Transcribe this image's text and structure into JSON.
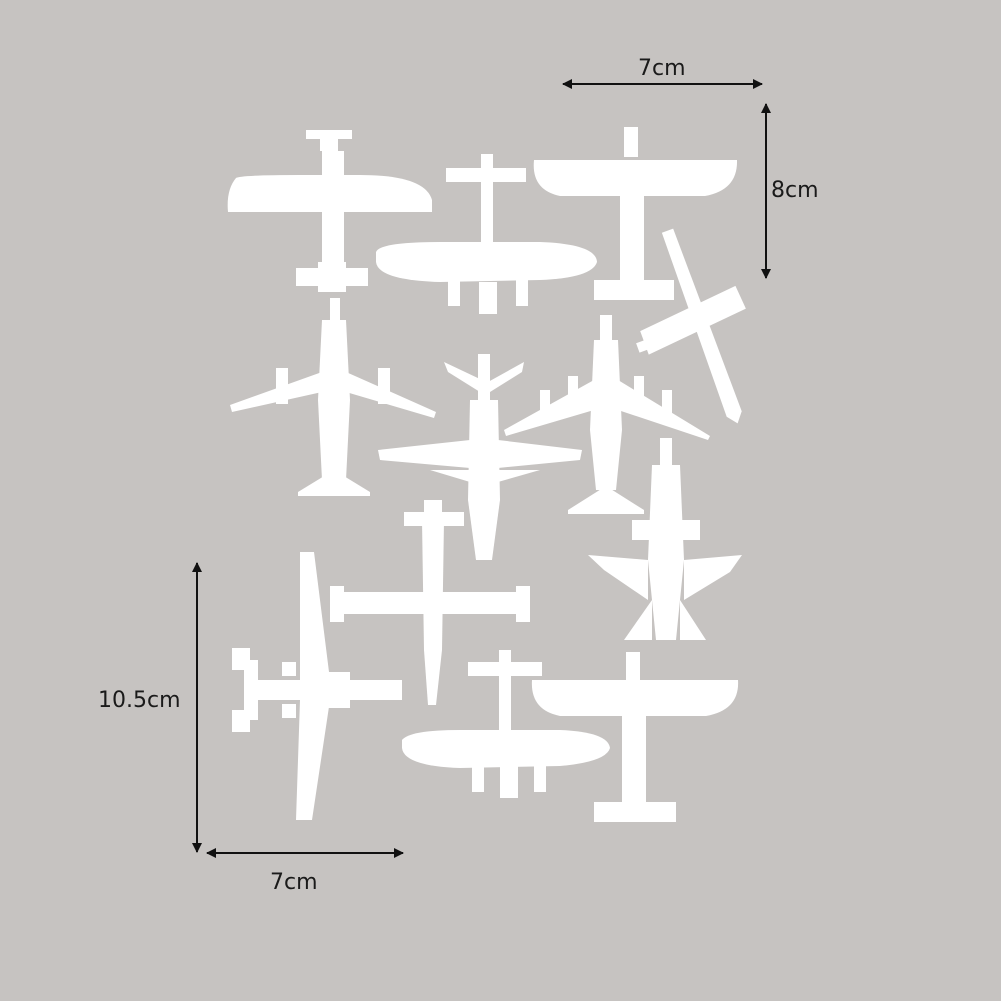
{
  "background_color": "#c6c3c1",
  "silhouette_color": "#ffffff",
  "dimension_color": "#111111",
  "dimensions": {
    "top_width": "7cm",
    "top_height": "8cm",
    "bottom_height": "10.5cm",
    "bottom_width": "7cm"
  },
  "icons": [
    "propeller-plane-icon",
    "bomber-plane-icon",
    "fighter-plane-icon",
    "glider-plane-icon",
    "airliner-plane-icon",
    "swept-jet-plane-icon",
    "quad-jet-plane-icon",
    "delta-jet-plane-icon",
    "tiltrotor-plane-icon",
    "transport-plane-icon"
  ]
}
